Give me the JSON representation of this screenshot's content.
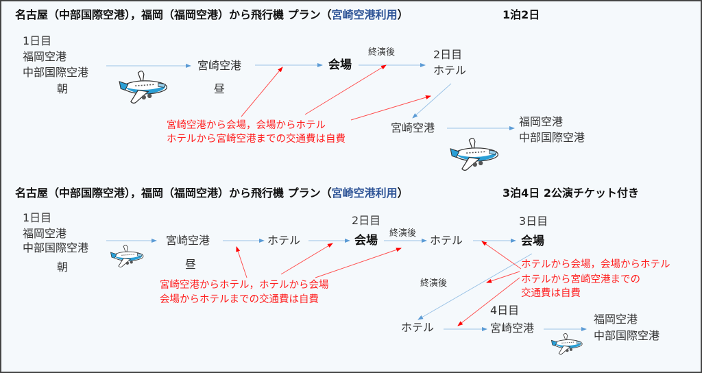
{
  "plan1": {
    "title_prefix": "名古屋（中部国際空港），福岡（福岡空港）から飛行機 プラン（",
    "title_highlight": "宮崎空港利用",
    "title_suffix": "）",
    "duration": "1泊2日",
    "day1": "1日目",
    "origin1": "福岡空港",
    "origin2": "中部国際空港",
    "morning": "朝",
    "miyazaki": "宮崎空港",
    "noon": "昼",
    "venue": "会場",
    "after_show": "終演後",
    "day2": "2日目",
    "hotel": "ホテル",
    "miyazaki_return": "宮崎空港",
    "dest1": "福岡空港",
    "dest2": "中部国際空港",
    "note_line1": "宮崎空港から会場，会場からホテル",
    "note_line2": "ホテルから宮崎空港までの交通費は自費"
  },
  "plan2": {
    "title_prefix": "名古屋（中部国際空港），福岡（福岡空港）から飛行機 プラン（",
    "title_highlight": "宮崎空港利用",
    "title_suffix": "）",
    "duration": "3泊4日 2公演チケット付き",
    "day1": "1日目",
    "origin1": "福岡空港",
    "origin2": "中部国際空港",
    "morning": "朝",
    "miyazaki": "宮崎空港",
    "noon": "昼",
    "hotel1": "ホテル",
    "day2": "2日目",
    "venue1": "会場",
    "after_show1": "終演後",
    "hotel2": "ホテル",
    "day3": "3日目",
    "venue2": "会場",
    "after_show2": "終演後",
    "hotel3": "ホテル",
    "day4": "4日目",
    "miyazaki_return": "宮崎空港",
    "dest1": "福岡空港",
    "dest2": "中部国際空港",
    "note_left_line1": "宮崎空港からホテル，ホテルから会場",
    "note_left_line2": "会場からホテルまでの交通費は自費",
    "note_right_line1": "ホテルから会場，会場からホテル",
    "note_right_line2": "ホテルから宮崎空港までの",
    "note_right_line3": "交通費は自費"
  },
  "colors": {
    "arrow_blue": "#5b9bd5",
    "note_red": "#ff2020",
    "highlight_blue": "#2f5597"
  }
}
